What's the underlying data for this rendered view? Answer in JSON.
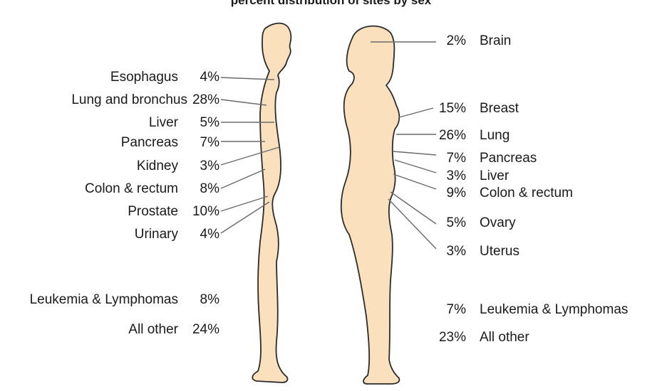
{
  "title": "percent distribution of sites by sex",
  "colors": {
    "skin": "#fbe0bd",
    "outline": "#2b2b2b",
    "leader": "#6a6a6a"
  },
  "male": {
    "sites": [
      {
        "name": "Esophagus",
        "pct": "4%"
      },
      {
        "name": "Lung and bronchus",
        "pct": "28%"
      },
      {
        "name": "Liver",
        "pct": "5%"
      },
      {
        "name": "Pancreas",
        "pct": "7%"
      },
      {
        "name": "Kidney",
        "pct": "3%"
      },
      {
        "name": "Colon & rectum",
        "pct": "8%"
      },
      {
        "name": "Prostate",
        "pct": "10%"
      },
      {
        "name": "Urinary",
        "pct": "4%"
      },
      {
        "name": "Leukemia & Lymphomas",
        "pct": "8%"
      },
      {
        "name": "All other",
        "pct": "24%"
      }
    ]
  },
  "female": {
    "sites": [
      {
        "name": "Brain",
        "pct": "2%"
      },
      {
        "name": "Breast",
        "pct": "15%"
      },
      {
        "name": "Lung",
        "pct": "26%"
      },
      {
        "name": "Pancreas",
        "pct": "7%"
      },
      {
        "name": "Liver",
        "pct": "3%"
      },
      {
        "name": "Colon & rectum",
        "pct": "9%"
      },
      {
        "name": "Ovary",
        "pct": "5%"
      },
      {
        "name": "Uterus",
        "pct": "3%"
      },
      {
        "name": "Leukemia & Lymphomas",
        "pct": "7%"
      },
      {
        "name": "All other",
        "pct": "23%"
      }
    ]
  }
}
